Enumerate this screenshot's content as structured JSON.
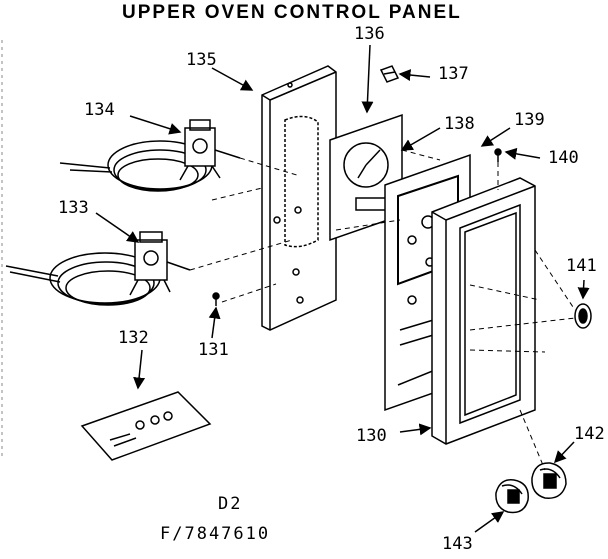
{
  "diagram": {
    "title": "UPPER OVEN CONTROL PANEL",
    "callouts": [
      {
        "id": "p130",
        "label": "130"
      },
      {
        "id": "p131",
        "label": "131"
      },
      {
        "id": "p132",
        "label": "132"
      },
      {
        "id": "p133",
        "label": "133"
      },
      {
        "id": "p134",
        "label": "134"
      },
      {
        "id": "p135",
        "label": "135"
      },
      {
        "id": "p136",
        "label": "136"
      },
      {
        "id": "p137",
        "label": "137"
      },
      {
        "id": "p138",
        "label": "138"
      },
      {
        "id": "p139",
        "label": "139"
      },
      {
        "id": "p140",
        "label": "140"
      },
      {
        "id": "p141",
        "label": "141"
      },
      {
        "id": "p142",
        "label": "142"
      },
      {
        "id": "p143",
        "label": "143"
      }
    ],
    "footer": {
      "code": "D2",
      "figure_number": "F/7847610"
    },
    "colors": {
      "ink": "#000000",
      "paper": "#ffffff"
    }
  }
}
